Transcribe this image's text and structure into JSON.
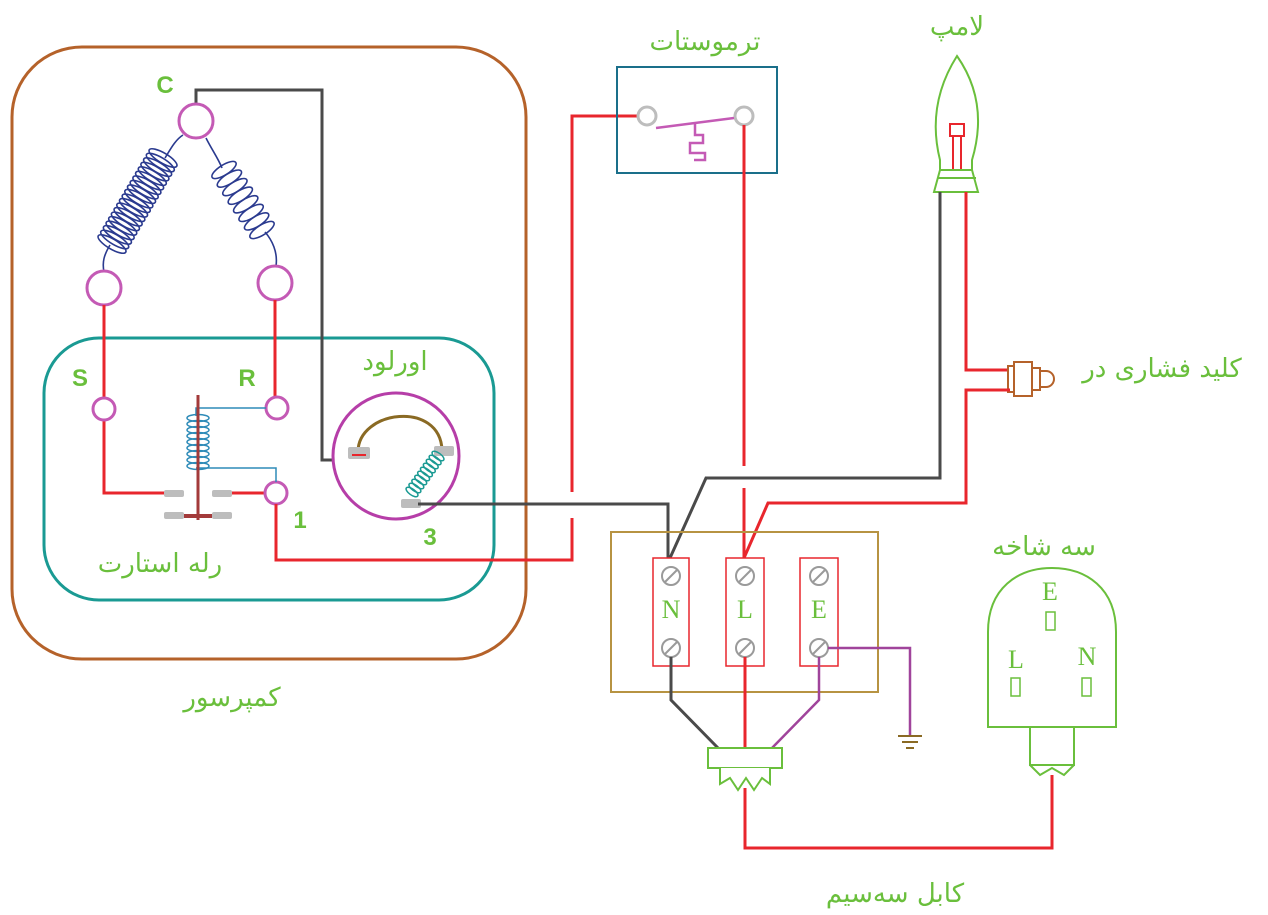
{
  "labels": {
    "compressor": "کمپرسور",
    "start_relay": "رله استارت",
    "overload": "اورلود",
    "thermostat": "ترموستات",
    "lamp": "لامپ",
    "door_switch": "کلید فشاری در",
    "three_pin_plug": "سه شاخه",
    "three_wire_cable": "کابل سه‌سیم"
  },
  "terminals": {
    "c": "C",
    "s": "S",
    "r": "R",
    "relay_1": "1",
    "overload_3": "3"
  },
  "terminal_block": {
    "n": "N",
    "l": "L",
    "e": "E"
  },
  "plug": {
    "e": "E",
    "l": "L",
    "n": "N"
  },
  "colors": {
    "live_wire": "#e8262d",
    "neutral_wire": "#4a4a4a",
    "earth_wire": "#a0449b",
    "compressor_box": "#b5622a",
    "relay_box": "#1a9a93",
    "winding": "#2a3a8f",
    "relay_coil": "#2e8bb8",
    "overload_ring": "#b63ea8",
    "thermostat_box": "#1a6f8a",
    "terminal_block": "#b79342",
    "label_green": "#6abf3c"
  }
}
